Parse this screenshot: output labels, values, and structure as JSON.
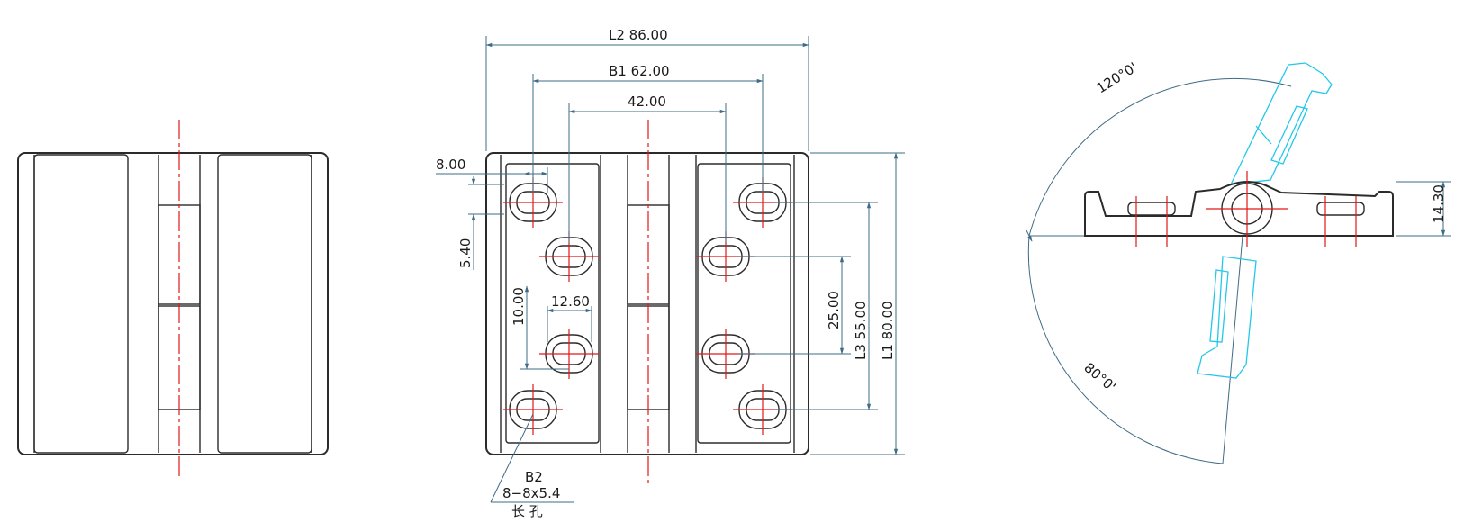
{
  "dimensions": {
    "l2": "L2 86.00",
    "b1": "B1 62.00",
    "inner_span": "42.00",
    "slot_width": "8.00",
    "slot_height": "5.40",
    "slot_pitch_v": "10.00",
    "slot_pitch_h": "12.60",
    "d25": "25.00",
    "l3": "L3  55.00",
    "l1": "L1  80.00",
    "thickness": "14.30",
    "angle_open": "120°0'",
    "angle_close": "80°0'"
  },
  "callout": {
    "label": "B2",
    "spec": "8−8x5.4",
    "note": "长  孔"
  },
  "colors": {
    "outline": "#2b2b2b",
    "centerline": "#e11818",
    "dimension": "#3e6b86",
    "rotated_ghost": "#22c8e8"
  }
}
